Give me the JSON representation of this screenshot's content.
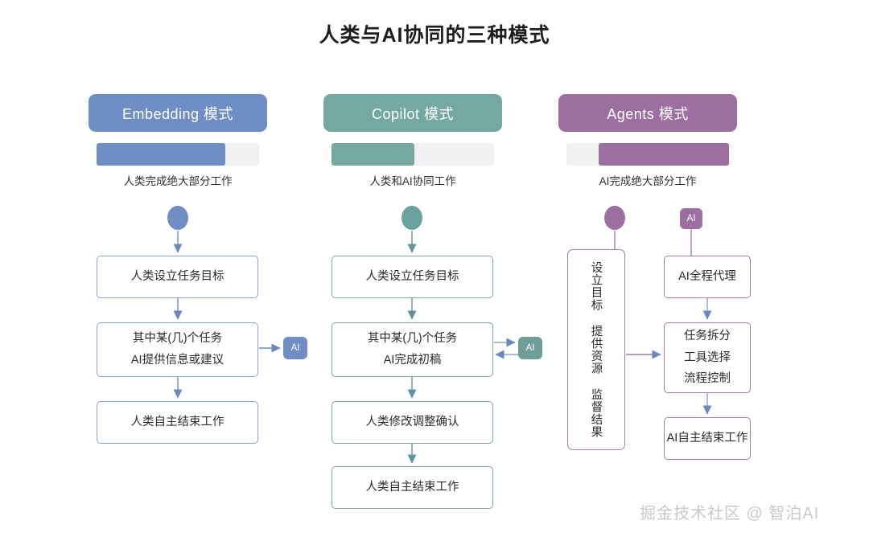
{
  "title": "人类与AI协同的三种模式",
  "watermark": "掘金技术社区 @ 智泊AI",
  "colors": {
    "embedding": "#6f8fc4",
    "copilot": "#74a8a0",
    "agents": "#9c6fa0",
    "track": "#f0f1f3",
    "text": "#2b2b2b"
  },
  "columns": [
    {
      "key": "embedding",
      "header": "Embedding 模式",
      "bar": {
        "caption": "人类完成绝大部分工作",
        "fill_percent": 79,
        "fill_align": "left"
      },
      "ai_badge": "AI",
      "ai_link": "one-way",
      "steps": [
        {
          "lines": [
            "人类设立任务目标"
          ]
        },
        {
          "lines": [
            "其中某(几)个任务",
            "AI提供信息或建议"
          ]
        },
        {
          "lines": [
            "人类自主结束工作"
          ]
        }
      ]
    },
    {
      "key": "copilot",
      "header": "Copilot 模式",
      "bar": {
        "caption": "人类和AI协同工作",
        "fill_percent": 51,
        "fill_align": "left"
      },
      "ai_badge": "AI",
      "ai_link": "two-way",
      "steps": [
        {
          "lines": [
            "人类设立任务目标"
          ]
        },
        {
          "lines": [
            "其中某(几)个任务",
            "AI完成初稿"
          ]
        },
        {
          "lines": [
            "人类修改调整确认"
          ]
        },
        {
          "lines": [
            "人类自主结束工作"
          ]
        }
      ]
    },
    {
      "key": "agents",
      "header": "Agents 模式",
      "bar": {
        "caption": "AI完成绝大部分工作",
        "fill_percent": 80,
        "fill_align": "right"
      },
      "ai_badge": "AI",
      "ai_link": "top",
      "side_note": "设立目标 提供资源 监督结果",
      "steps": [
        {
          "lines": [
            "AI全程代理"
          ]
        },
        {
          "lines": [
            "任务拆分",
            "工具选择",
            "流程控制"
          ]
        },
        {
          "lines": [
            "AI自主结束工作"
          ]
        }
      ]
    }
  ]
}
